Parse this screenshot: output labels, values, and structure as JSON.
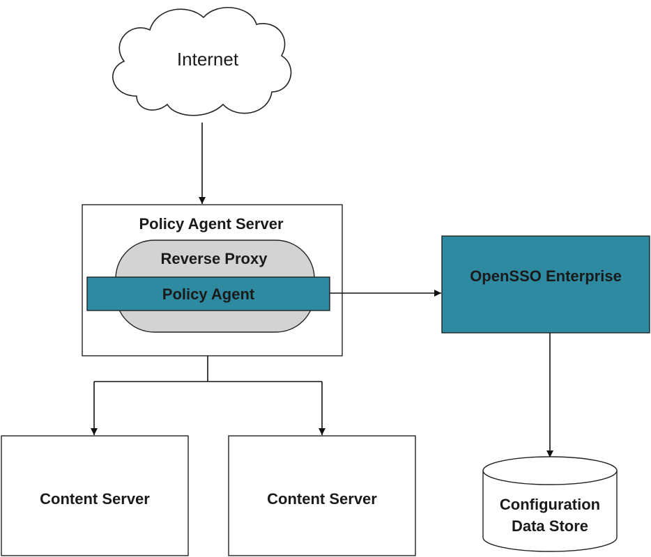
{
  "colors": {
    "teal": "#2e8aa0",
    "gray_pill": "#d3d3d3",
    "stroke": "#222222",
    "background": "#ffffff"
  },
  "nodes": {
    "internet": {
      "label": "Internet",
      "shape": "cloud"
    },
    "policy_agent_server": {
      "label": "Policy Agent Server",
      "shape": "rectangle"
    },
    "reverse_proxy": {
      "label": "Reverse Proxy",
      "shape": "rounded-pill"
    },
    "policy_agent": {
      "label": "Policy Agent",
      "shape": "rectangle"
    },
    "opensso": {
      "label": "OpenSSO Enterprise",
      "shape": "rectangle"
    },
    "content_server_1": {
      "label": "Content Server",
      "shape": "rectangle"
    },
    "content_server_2": {
      "label": "Content Server",
      "shape": "rectangle"
    },
    "config_store": {
      "label_line1": "Configuration",
      "label_line2": "Data Store",
      "shape": "cylinder"
    }
  },
  "edges": [
    {
      "from": "internet",
      "to": "policy_agent_server"
    },
    {
      "from": "policy_agent",
      "to": "opensso"
    },
    {
      "from": "policy_agent_server",
      "to": "content_server_1"
    },
    {
      "from": "policy_agent_server",
      "to": "content_server_2"
    },
    {
      "from": "opensso",
      "to": "config_store"
    }
  ]
}
